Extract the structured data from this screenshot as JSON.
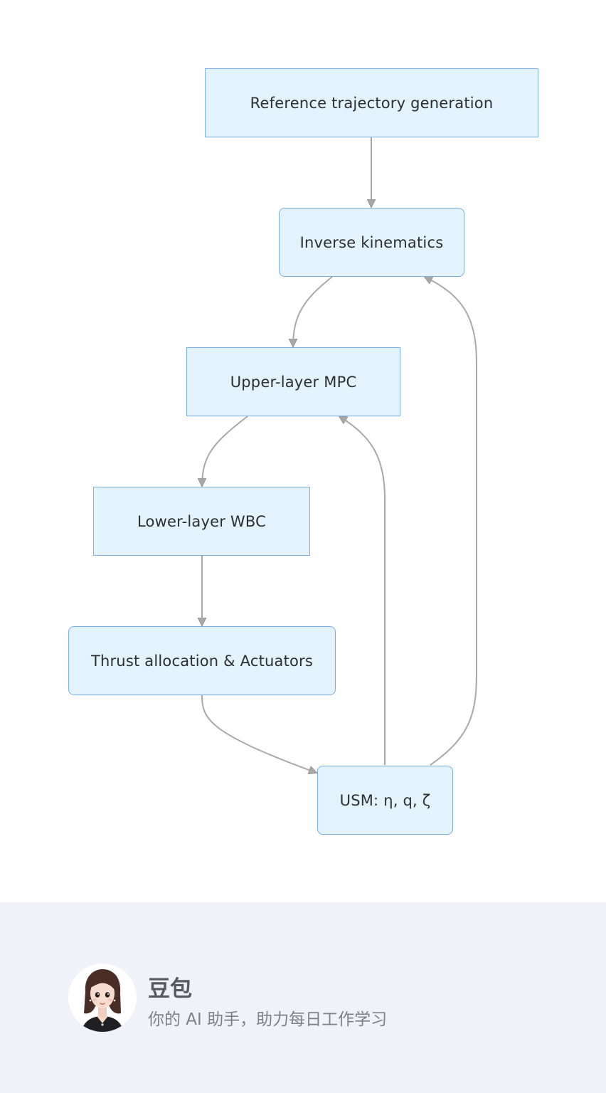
{
  "diagram": {
    "nodes": {
      "reference": "Reference trajectory generation",
      "inverse_kinematics": "Inverse kinematics",
      "upper_mpc": "Upper-layer MPC",
      "lower_wbc": "Lower-layer WBC",
      "thrust": "Thrust allocation & Actuators",
      "usm": "USM: η, q, ζ"
    },
    "colors": {
      "node_fill": "#e3f3fc",
      "node_border": "#7aaee6",
      "edge": "#a8a8a8",
      "footer_bg": "#eff2f9"
    }
  },
  "footer": {
    "brand_name": "豆包",
    "tagline": "你的 AI 助手，助力每日工作学习",
    "avatar_icon": "assistant-avatar-icon"
  }
}
